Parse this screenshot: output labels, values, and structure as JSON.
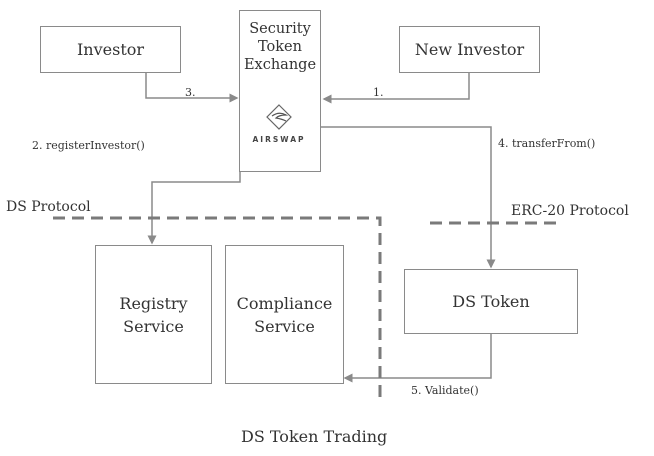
{
  "diagram": {
    "caption": "DS Token Trading",
    "nodes": {
      "investor": "Investor",
      "new_investor": "New Investor",
      "exchange": {
        "line1": "Security",
        "line2": "Token",
        "line3": "Exchange",
        "logo_text": "AIRSWAP",
        "logo_icon": "airswap-logo-icon"
      },
      "registry": {
        "line1": "Registry",
        "line2": "Service"
      },
      "compliance": {
        "line1": "Compliance",
        "line2": "Service"
      },
      "ds_token": "DS Token"
    },
    "edges": {
      "step1": "1.",
      "step2": "2. registerInvestor()",
      "step3": "3.",
      "step4": "4. transferFrom()",
      "step5": "5. Validate()"
    },
    "regions": {
      "ds_protocol": "DS Protocol",
      "erc20_protocol": "ERC-20 Protocol"
    },
    "colors": {
      "line": "#8a8a8a",
      "dashed": "#7a7a7a",
      "text": "#333333"
    }
  }
}
